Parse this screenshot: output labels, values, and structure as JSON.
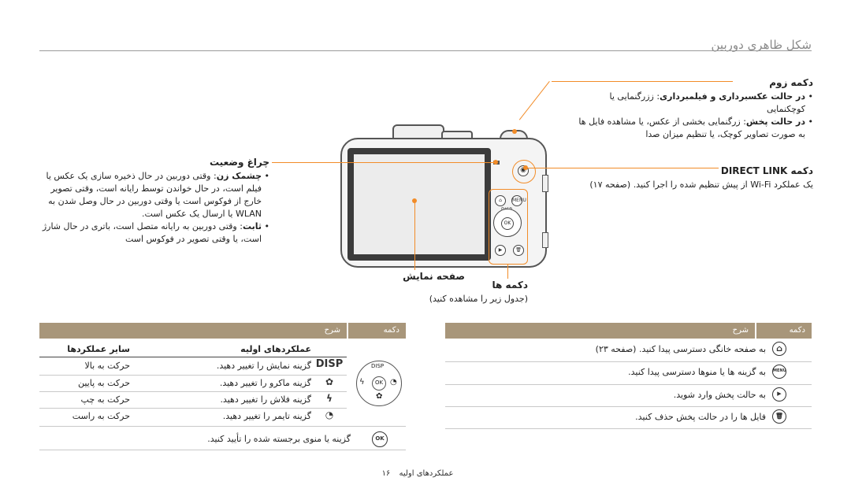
{
  "section_title": "شکل ظاهری دوربین",
  "annotations": {
    "zoom": {
      "head": "دکمه زوم",
      "items": [
        {
          "mode": "در حالت عکسبرداری و فیلمبرداری",
          "text": ": ززرگنمایی یا کوچکنمایی"
        },
        {
          "mode": "در حالت پخش",
          "text": ": زرگنمایی بخشی از عکس، یا مشاهده فایل ها به صورت تصاویر کوچک، یا تنظیم میزان صدا"
        }
      ]
    },
    "direct_link": {
      "head": "دکمه DIRECT LINK",
      "text": "یک عملکرد Wi-Fi از پیش تنظیم شده را اجرا کنید. (صفحه ۱۷)"
    },
    "status_lamp": {
      "head": "چراغ وضعیت",
      "items": [
        {
          "mode": "چشمک زن",
          "text": ": وقتی دوربین در حال ذخیره سازی یک عکس یا فیلم است، در حال خواندن توسط رایانه است، وقتی تصویر خارج از فوکوس است یا وقتی دوربین در حال وصل شدن به WLAN یا ارسال یک عکس است."
        },
        {
          "mode": "ثابت",
          "text": ": وقتی دوربین به رایانه متصل است، باتری در حال شارژ است، یا وقتی تصویر در فوکوس است"
        }
      ]
    },
    "display": {
      "head": "صفحه نمایش"
    },
    "buttons": {
      "head": "دکمه ها",
      "sub": "(جدول زیر را مشاهده کنید)"
    }
  },
  "camera": {
    "menu_label": "MENU",
    "disp_label": "DISP",
    "ok_label": "OK"
  },
  "table_left": {
    "header_button": "دکمه",
    "header_desc": "شرح",
    "sub_header_primary": "عملکردهای اولیه",
    "sub_header_other": "سایر عملکردها",
    "graphic_disp": "DISP",
    "graphic_ok": "OK",
    "rows": [
      {
        "icon": "DISP",
        "primary": "گزینه نمایش را تغییر دهید.",
        "other": "حرکت به بالا"
      },
      {
        "icon": "✿",
        "primary": "گزینه ماکرو را تغییر دهید.",
        "other": "حرکت به پایین"
      },
      {
        "icon": "ϟ",
        "primary": "گزینه فلاش را تغییر دهید.",
        "other": "حرکت به چپ"
      },
      {
        "icon": "◔",
        "primary": "گزینه تایمر را تغییر دهید.",
        "other": "حرکت به راست"
      }
    ],
    "ok_row": {
      "icon": "OK",
      "text": "گزینه یا منوی برجسته شده را تأیید کنید."
    }
  },
  "table_right": {
    "header_button": "دکمه",
    "header_desc": "شرح",
    "rows": [
      {
        "icon": "⌂",
        "text": "به صفحه خانگی دسترسی پیدا کنید. (صفحه ۲۳)"
      },
      {
        "icon": "MENU",
        "text": "به گزینه ها یا منوها دسترسی پیدا کنید."
      },
      {
        "icon": "▶",
        "text": "به حالت پخش وارد شوید."
      },
      {
        "icon": "🗑",
        "text": "فایل ها را در حالت پخش حذف کنید."
      }
    ]
  },
  "footer": {
    "text": "عملکردهای اولیه",
    "page": "۱۶"
  },
  "colors": {
    "accent": "#f28c28",
    "table_header": "#a8967a"
  }
}
